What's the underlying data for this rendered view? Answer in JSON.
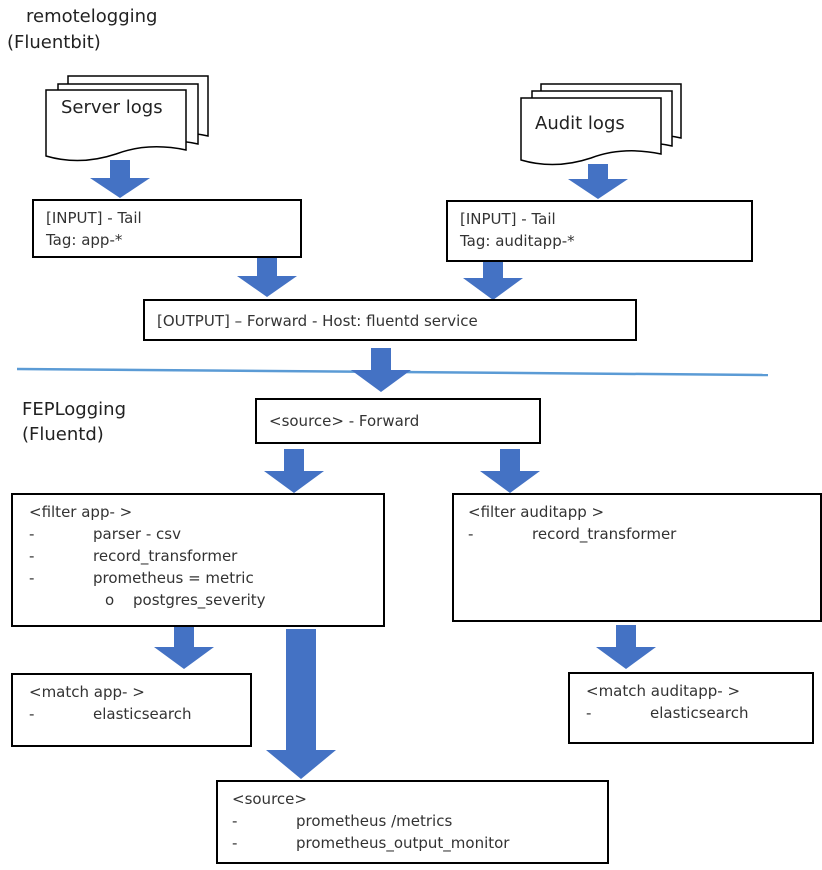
{
  "colors": {
    "arrow": "#4472C4",
    "divider": "#5B9BD5",
    "box_border": "#000000",
    "text": "#333333"
  },
  "header": {
    "line1": "remotelogging",
    "line2": "(Fluentbit)"
  },
  "docs": {
    "server": {
      "line1": "Server",
      "line2": "logs"
    },
    "audit": {
      "label": "Audit logs"
    }
  },
  "input_app": {
    "line1": "[INPUT] - Tail",
    "line2": "Tag: app-*"
  },
  "input_audit": {
    "line1": "[INPUT] - Tail",
    "line2": "Tag: auditapp-*"
  },
  "output": {
    "text": "[OUTPUT] – Forward - Host: fluentd service"
  },
  "fep": {
    "line1": "FEPLogging",
    "line2": "(Fluentd)"
  },
  "source_forward": {
    "text": "<source> - Forward"
  },
  "filter_app": {
    "title": "<filter app- >",
    "items": [
      "parser - csv",
      "record_transformer",
      "prometheus = metric"
    ],
    "subitem": "postgres_severity",
    "dash": "-",
    "bullet": "o"
  },
  "filter_audit": {
    "title": "<filter auditapp >",
    "items": [
      "record_transformer"
    ],
    "dash": "-"
  },
  "match_app": {
    "title": "<match app- >",
    "items": [
      "elasticsearch"
    ],
    "dash": "-"
  },
  "match_audit": {
    "title": "<match auditapp- >",
    "items": [
      "elasticsearch"
    ],
    "dash": "-"
  },
  "source_prom": {
    "title": "<source>",
    "items": [
      "prometheus /metrics",
      "prometheus_output_monitor"
    ],
    "dash": "-"
  }
}
